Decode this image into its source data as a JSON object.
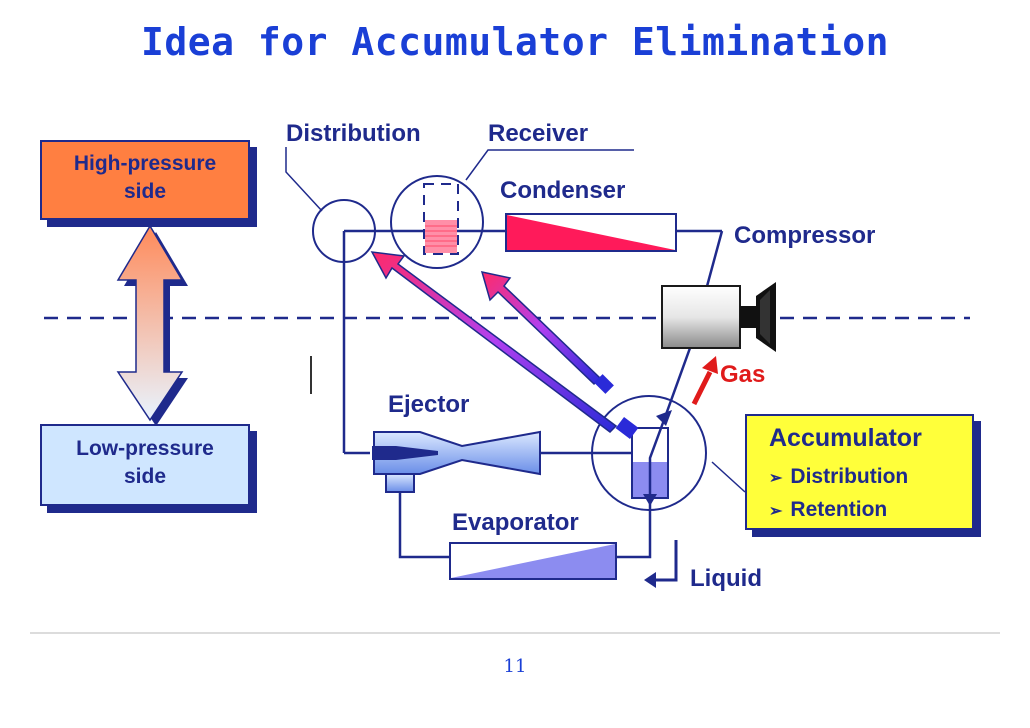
{
  "title": "Idea for Accumulator Elimination",
  "labels": {
    "distribution": "Distribution",
    "receiver": "Receiver",
    "condenser": "Condenser",
    "compressor": "Compressor",
    "gas": "Gas",
    "ejector": "Ejector",
    "evaporator": "Evaporator",
    "liquid": "Liquid"
  },
  "high_pressure_side": {
    "line1": "High-pressure",
    "line2": "side"
  },
  "low_pressure_side": {
    "line1": "Low-pressure",
    "line2": "side"
  },
  "accumulator": {
    "title": "Accumulator",
    "items": [
      "Distribution",
      "Retention"
    ]
  },
  "page_number": "11",
  "colors": {
    "title": "#1a3fd6",
    "label": "#1f2a8c",
    "high_pressure_box": "#ff7f41",
    "low_pressure_box": "#cfe6ff",
    "accumulator_box": "#ffff3a",
    "condenser": "#ff1a5a",
    "evaporator": "#8c8cf0",
    "gas_arrow": "#e01b1b",
    "flow_arrows": "#c040e0"
  }
}
